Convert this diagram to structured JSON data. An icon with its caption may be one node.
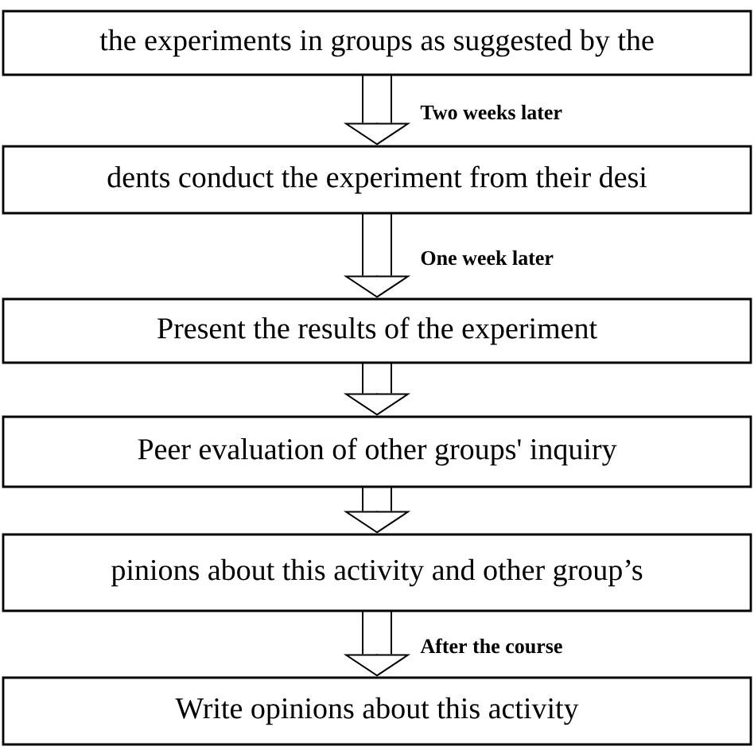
{
  "diagram": {
    "nodes": [
      {
        "text": [
          "the experiments in groups as suggested by the"
        ]
      },
      {
        "text": [
          "dents conduct the experiment from their desi"
        ]
      },
      {
        "text": [
          "Present the results of the experiment"
        ]
      },
      {
        "text": [
          "Peer evaluation of other groups' inquiry"
        ]
      },
      {
        "text": [
          "pinions about this activity and other group’s"
        ]
      },
      {
        "text": [
          "Write opinions about this activity"
        ]
      }
    ],
    "edges": [
      {
        "from": 0,
        "to": 1,
        "arrow": "to",
        "label": "Two weeks later"
      },
      {
        "from": 1,
        "to": 2,
        "arrow": "to",
        "label": "One week later"
      },
      {
        "from": 2,
        "to": 3,
        "arrow": "to"
      },
      {
        "from": 3,
        "to": 4,
        "arrow": "to"
      },
      {
        "from": 4,
        "to": 5,
        "arrow": "to",
        "label": "After the course"
      }
    ]
  }
}
